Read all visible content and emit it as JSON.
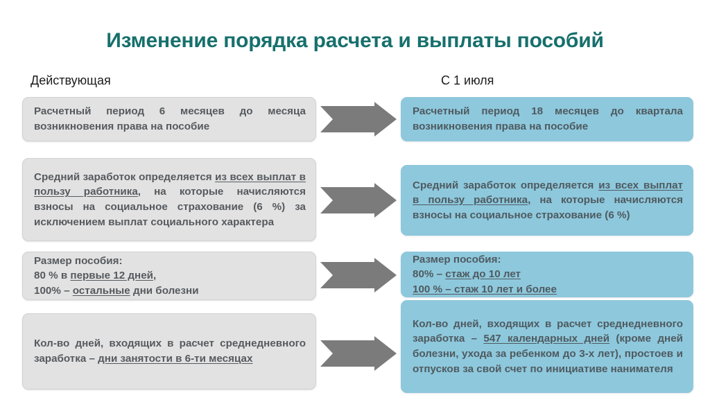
{
  "slide": {
    "title": "Изменение порядка расчета и выплаты пособий",
    "title_color": "#17706d",
    "background": "#ffffff"
  },
  "columns": {
    "left": {
      "header": "Действующая",
      "box_color": "#e2e2e2"
    },
    "right": {
      "header": "С 1 июля",
      "box_color": "#8ec8dc"
    }
  },
  "arrow": {
    "icon": "right-arrow-icon",
    "color": "#7b7b7b",
    "count": 4
  },
  "rows": [
    {
      "left": {
        "segments": [
          {
            "text": "Расчетный период 6 месяцев до месяца возникновения права на пособие",
            "underline": false
          }
        ]
      },
      "right": {
        "segments": [
          {
            "text": "Расчетный период 18 месяцев до квартала возникновения права на пособие",
            "underline": false
          }
        ]
      }
    },
    {
      "left": {
        "segments": [
          {
            "text": "Средний заработок определяется ",
            "underline": false
          },
          {
            "text": "из всех выплат в пользу работника",
            "underline": true
          },
          {
            "text": ", на которые начисляются взносы на социальное страхование (6 %) за исключением выплат социального характера",
            "underline": false
          }
        ]
      },
      "right": {
        "segments": [
          {
            "text": "Средний заработок определяется ",
            "underline": false
          },
          {
            "text": "из всех выплат в пользу работника",
            "underline": true
          },
          {
            "text": ", на которые начисляются взносы на социальное страхование (6 %)",
            "underline": false
          }
        ]
      }
    },
    {
      "left": {
        "lines": [
          [
            {
              "text": "Размер пособия:",
              "underline": false
            }
          ],
          [
            {
              "text": "80 %  в ",
              "underline": false
            },
            {
              "text": "первые 12 дней",
              "underline": true
            },
            {
              "text": ",",
              "underline": false
            }
          ],
          [
            {
              "text": "100% – ",
              "underline": false
            },
            {
              "text": "остальные",
              "underline": true
            },
            {
              "text": " дни болезни",
              "underline": false
            }
          ]
        ]
      },
      "right": {
        "lines": [
          [
            {
              "text": "Размер пособия:",
              "underline": false
            }
          ],
          [
            {
              "text": "80% – ",
              "underline": false
            },
            {
              "text": " стаж до 10 лет",
              "underline": true
            }
          ],
          [
            {
              "text": "100 % – стаж 10 лет и более",
              "underline": true
            }
          ]
        ]
      }
    },
    {
      "left": {
        "segments": [
          {
            "text": "Кол-во дней, входящих в расчет среднедневного заработка – ",
            "underline": false
          },
          {
            "text": "дни занятости в 6-ти месяцах",
            "underline": true
          }
        ]
      },
      "right": {
        "segments": [
          {
            "text": "Кол-во дней, входящих в расчет среднедневного заработка – ",
            "underline": false
          },
          {
            "text": "547 календарных дней",
            "underline": true
          },
          {
            "text": " (кроме дней болезни, ухода за ребенком до 3-х лет), простоев и отпусков за свой счет по инициативе нанимателя",
            "underline": false
          }
        ]
      }
    }
  ]
}
